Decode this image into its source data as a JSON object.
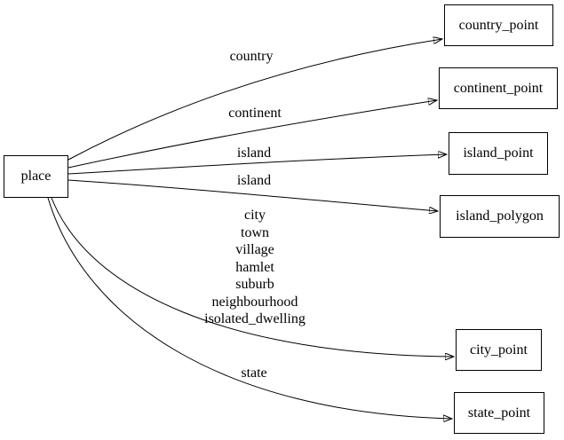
{
  "diagram": {
    "type": "directed-graph",
    "colors": {
      "background": "#ffffff",
      "node_border": "#000000",
      "edge_stroke": "#000000",
      "text": "#000000"
    },
    "nodes": {
      "place": {
        "label": "place"
      },
      "country_point": {
        "label": "country_point"
      },
      "continent_point": {
        "label": "continent_point"
      },
      "island_point": {
        "label": "island_point"
      },
      "island_polygon": {
        "label": "island_polygon"
      },
      "city_point": {
        "label": "city_point"
      },
      "state_point": {
        "label": "state_point"
      }
    },
    "edges": [
      {
        "from": "place",
        "to": "country_point",
        "label": "country"
      },
      {
        "from": "place",
        "to": "continent_point",
        "label": "continent"
      },
      {
        "from": "place",
        "to": "island_point",
        "label": "island"
      },
      {
        "from": "place",
        "to": "island_polygon",
        "label": "island"
      },
      {
        "from": "place",
        "to": "city_point",
        "label_lines": [
          "city",
          "town",
          "village",
          "hamlet",
          "suburb",
          "neighbourhood",
          "isolated_dwelling"
        ]
      },
      {
        "from": "place",
        "to": "state_point",
        "label": "state"
      }
    ]
  }
}
